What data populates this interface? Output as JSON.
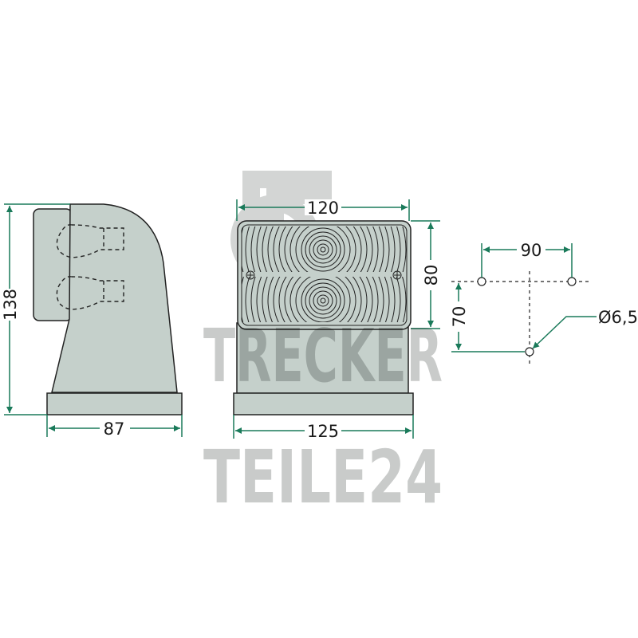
{
  "watermark": {
    "line1": "TRECKER",
    "line2": "TEILE24"
  },
  "dimensions": {
    "height": "138",
    "side_width": "87",
    "lens_width": "120",
    "lens_height": "80",
    "base_width": "125",
    "hole_spacing_horizontal": "90",
    "hole_spacing_vertical": "70",
    "hole_diameter": "Ø6,5"
  },
  "colors": {
    "dimension": "#1a7a5a",
    "body": "#c5d0cb",
    "outline": "#222222",
    "watermark": "#c9cbca"
  }
}
